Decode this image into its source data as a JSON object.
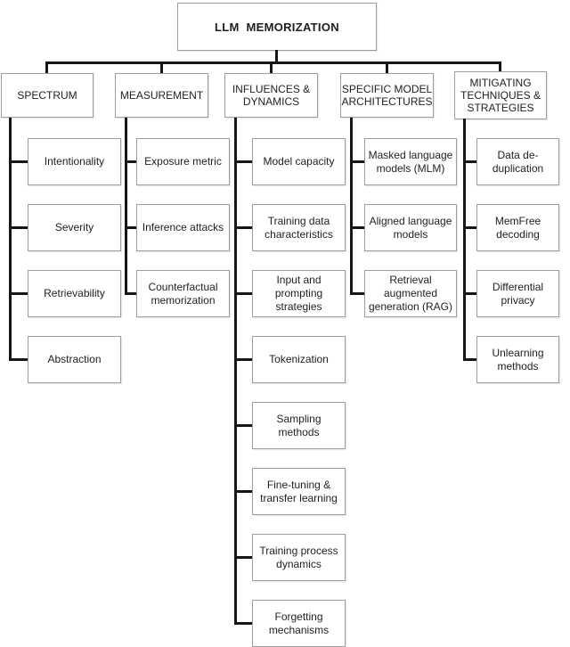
{
  "root": {
    "label": "LLM  MEMORIZATION"
  },
  "columns": [
    {
      "label": "SPECTRUM",
      "children": [
        "Intentionality",
        "Severity",
        "Retrievability",
        "Abstraction"
      ]
    },
    {
      "label": "MEASUREMENT",
      "children": [
        "Exposure metric",
        "Inference attacks",
        "Counterfactual memorization"
      ]
    },
    {
      "label": "INFLUENCES & DYNAMICS",
      "children": [
        "Model capacity",
        "Training data characteristics",
        "Input and prompting strategies",
        "Tokenization",
        "Sampling methods",
        "Fine-tuning & transfer learning",
        "Training process dynamics",
        "Forgetting mechanisms"
      ]
    },
    {
      "label": "SPECIFIC MODEL ARCHITECTURES",
      "children": [
        "Masked language models (MLM)",
        "Aligned language models",
        "Retrieval augmented generation (RAG)"
      ]
    },
    {
      "label": "MITIGATING TECHNIQUES & STRATEGIES",
      "children": [
        "Data de-duplication",
        "MemFree decoding",
        "Differential privacy",
        "Unlearning methods"
      ]
    }
  ],
  "colors": {
    "line": "#161616",
    "box_border": "#9d9d9d",
    "text": "#1f1f1f",
    "background": "#ffffff"
  }
}
